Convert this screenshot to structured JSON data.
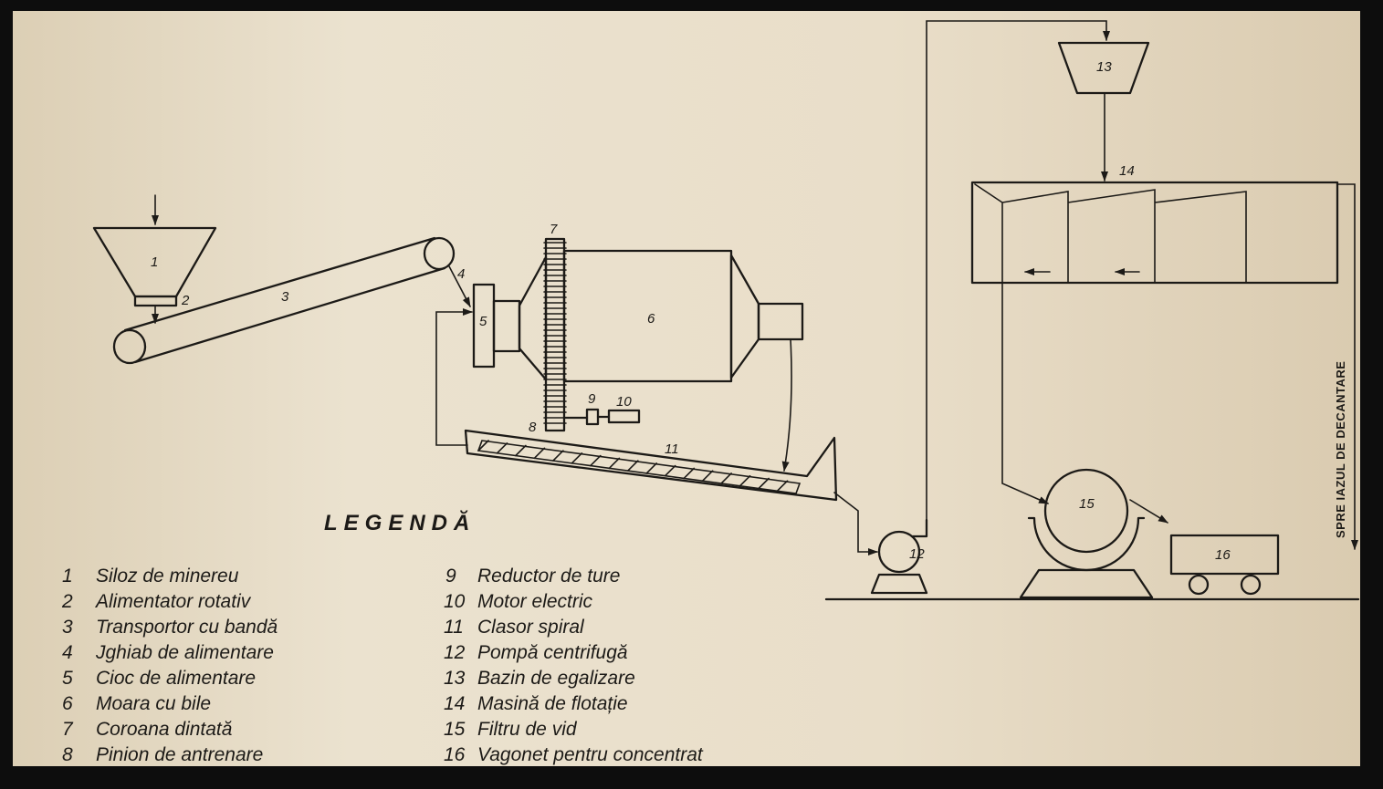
{
  "legend": {
    "title": "LEGENDĂ",
    "items": [
      {
        "number": "1",
        "label": "Siloz de minereu"
      },
      {
        "number": "2",
        "label": "Alimentator rotativ"
      },
      {
        "number": "3",
        "label": "Transportor cu bandă"
      },
      {
        "number": "4",
        "label": "Jghiab de alimentare"
      },
      {
        "number": "5",
        "label": "Cioc de alimentare"
      },
      {
        "number": "6",
        "label": "Moara cu bile"
      },
      {
        "number": "7",
        "label": "Coroana dintată"
      },
      {
        "number": "8",
        "label": "Pinion de antrenare"
      },
      {
        "number": "9",
        "label": "Reductor de ture"
      },
      {
        "number": "10",
        "label": "Motor electric"
      },
      {
        "number": "11",
        "label": "Clasor spiral"
      },
      {
        "number": "12",
        "label": "Pompă centrifugă"
      },
      {
        "number": "13",
        "label": "Bazin de egalizare"
      },
      {
        "number": "14",
        "label": "Masină de flotație"
      },
      {
        "number": "15",
        "label": "Filtru de vid"
      },
      {
        "number": "16",
        "label": "Vagonet pentru concentrat"
      }
    ]
  },
  "flow_labels": {
    "tailings_destination": "SPRE IAZUL DE DECANTARE"
  },
  "colors": {
    "ink": "#1c1a17",
    "paper": "#e7dcc6",
    "frame": "#0d0d0d"
  }
}
